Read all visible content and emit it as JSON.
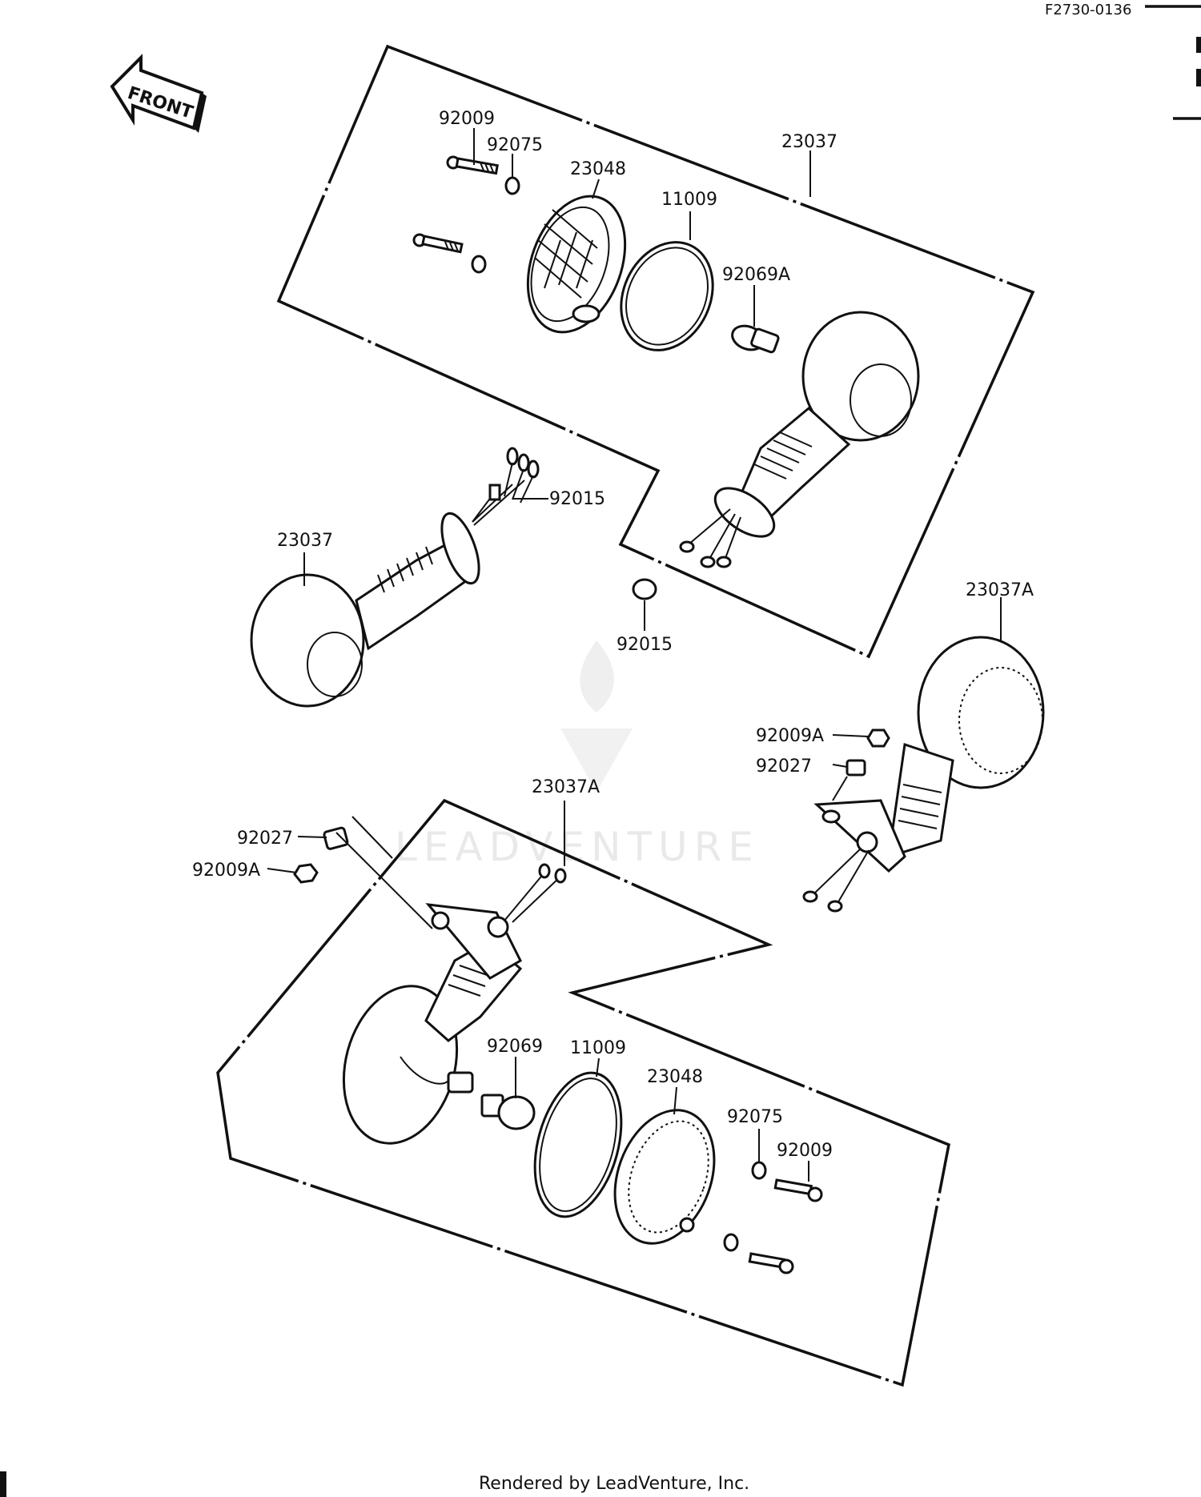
{
  "header": {
    "reference": "F2730-0136"
  },
  "front_arrow": {
    "label": "FRONT"
  },
  "watermark": {
    "text": "LEADVENTURE"
  },
  "callouts": {
    "upper_92009": "92009",
    "upper_92075": "92075",
    "upper_23048": "23048",
    "upper_11009": "11009",
    "upper_23037": "23037",
    "upper_92069A": "92069A",
    "left_92015": "92015",
    "left_23037": "23037",
    "mid_92015": "92015",
    "right_23037A": "23037A",
    "right_92009A": "92009A",
    "right_92027": "92027",
    "lower_23037A": "23037A",
    "lower_92027": "92027",
    "lower_92009A": "92009A",
    "lower_92069": "92069",
    "lower_11009": "11009",
    "lower_23048": "23048",
    "lower_92075": "92075",
    "lower_92009": "92009"
  },
  "footer": {
    "text": "Rendered by LeadVenture, Inc."
  }
}
